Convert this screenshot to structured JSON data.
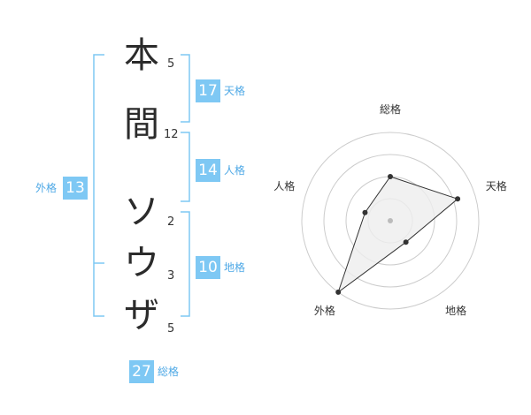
{
  "name": {
    "characters": [
      {
        "char": "本",
        "strokes": "5"
      },
      {
        "char": "間",
        "strokes": "12"
      },
      {
        "char": "ソ",
        "strokes": "2"
      },
      {
        "char": "ウ",
        "strokes": "3"
      },
      {
        "char": "ザ",
        "strokes": "5"
      }
    ]
  },
  "kaku": {
    "tenkaku": {
      "value": "17",
      "label": "天格"
    },
    "jinkaku": {
      "value": "14",
      "label": "人格"
    },
    "chikaku": {
      "value": "10",
      "label": "地格"
    },
    "gaikaku": {
      "value": "13",
      "label": "外格"
    },
    "soukaku": {
      "value": "27",
      "label": "総格"
    }
  },
  "radar": {
    "axes": [
      "総格",
      "天格",
      "地格",
      "外格",
      "人格"
    ],
    "values": [
      0.5,
      0.8,
      0.3,
      1.0,
      0.3
    ],
    "ring_count": 4,
    "colors": {
      "ring": "#cccccc",
      "fill": "#eeeeee",
      "line": "#333333",
      "point": "#333333",
      "center": "#bbbbbb"
    }
  },
  "colors": {
    "accent": "#7ec8f4",
    "accent_text": "#4fa9e6",
    "bracket": "#7ec8f4"
  }
}
